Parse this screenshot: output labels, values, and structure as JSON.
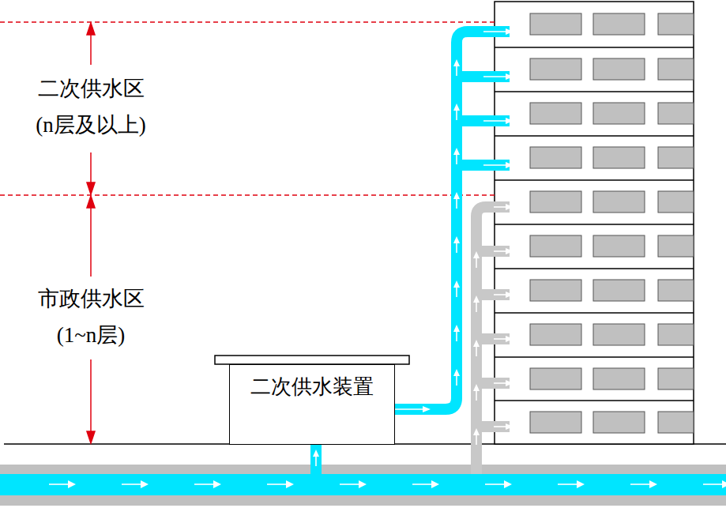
{
  "diagram": {
    "nodes": [
      {
        "text": [
          "二次供水装置"
        ]
      }
    ],
    "labels": [
      "二次供水区",
      "(n层及以上)",
      "市政供水区",
      "(1~n层)"
    ]
  }
}
